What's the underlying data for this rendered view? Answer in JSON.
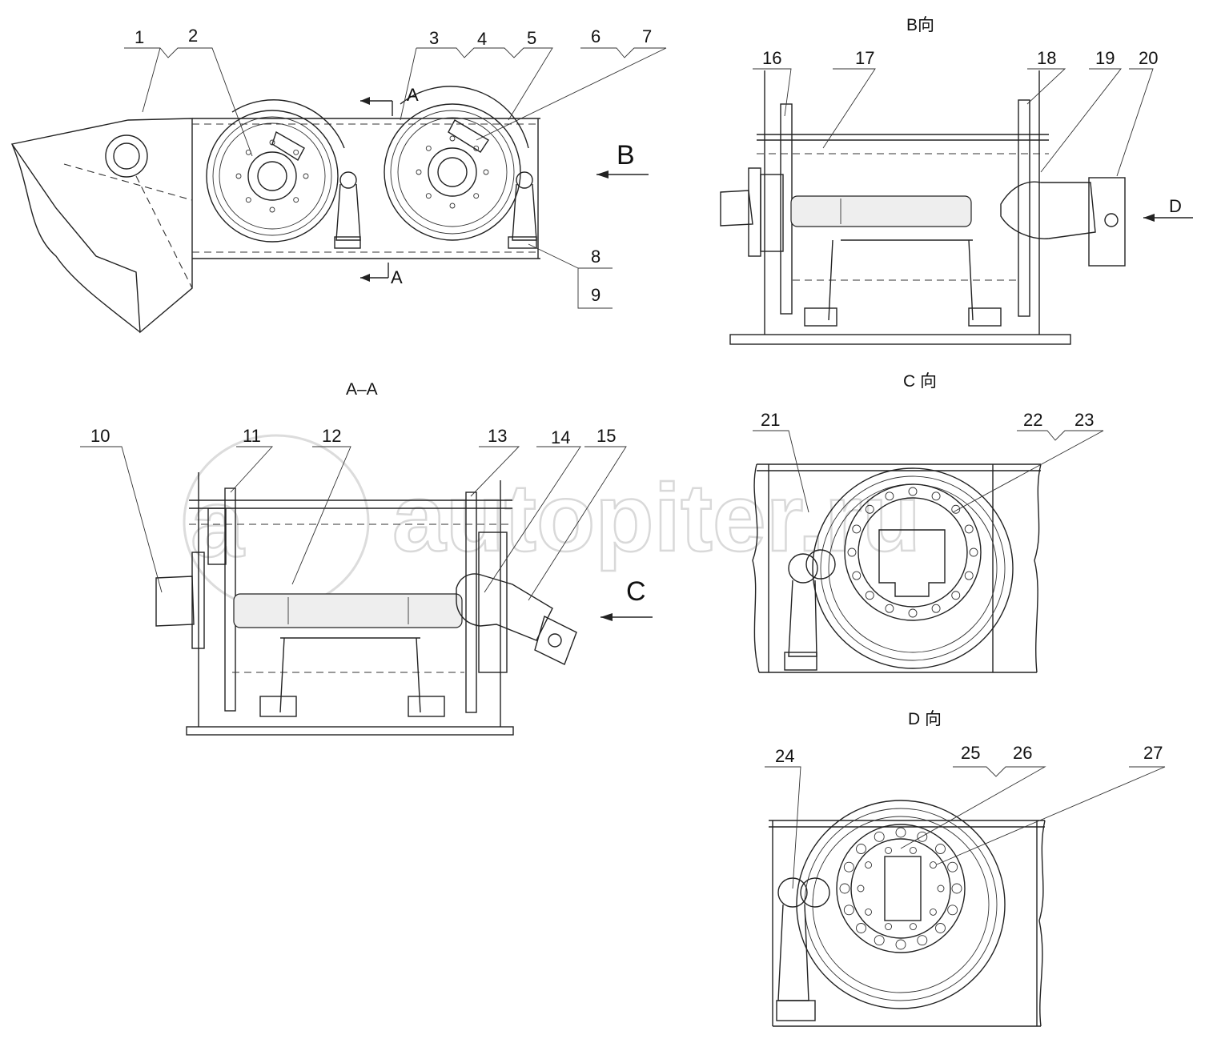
{
  "views": {
    "b_view_title": "B向",
    "aa_section_title": "A–A",
    "c_view_title": "C 向",
    "d_view_title": "D 向"
  },
  "arrows": {
    "section_a_top": "A",
    "section_a_bottom": "A",
    "view_b": "B",
    "view_c": "C",
    "view_d": "D"
  },
  "callouts": [
    "1",
    "2",
    "3",
    "4",
    "5",
    "6",
    "7",
    "8",
    "9",
    "10",
    "11",
    "12",
    "13",
    "14",
    "15",
    "16",
    "17",
    "18",
    "19",
    "20",
    "21",
    "22",
    "23",
    "24",
    "25",
    "26",
    "27"
  ],
  "watermark": "autopiter.ru"
}
